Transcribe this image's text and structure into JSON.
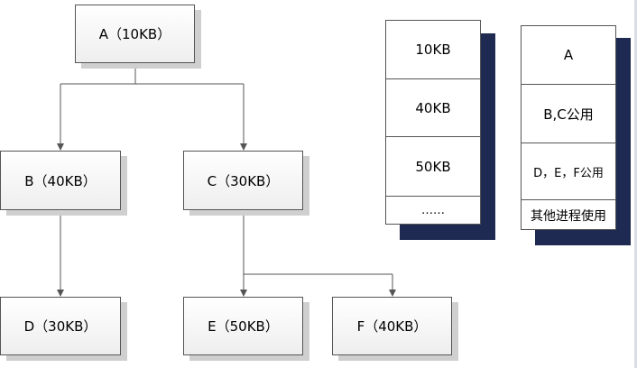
{
  "tree": {
    "root": "A（10KB）",
    "b": "B（40KB）",
    "c": "C（30KB）",
    "d": "D（30KB）",
    "e": "E（50KB）",
    "f": "F（40KB）"
  },
  "size_stack": [
    "10KB",
    "40KB",
    "50KB",
    "……"
  ],
  "owner_stack": [
    "A",
    "B,C公用",
    "D，E，F公用",
    "其他进程使用"
  ],
  "colors": {
    "shadow": "#1f2a52",
    "line": "#555555",
    "box_border": "#555555"
  }
}
